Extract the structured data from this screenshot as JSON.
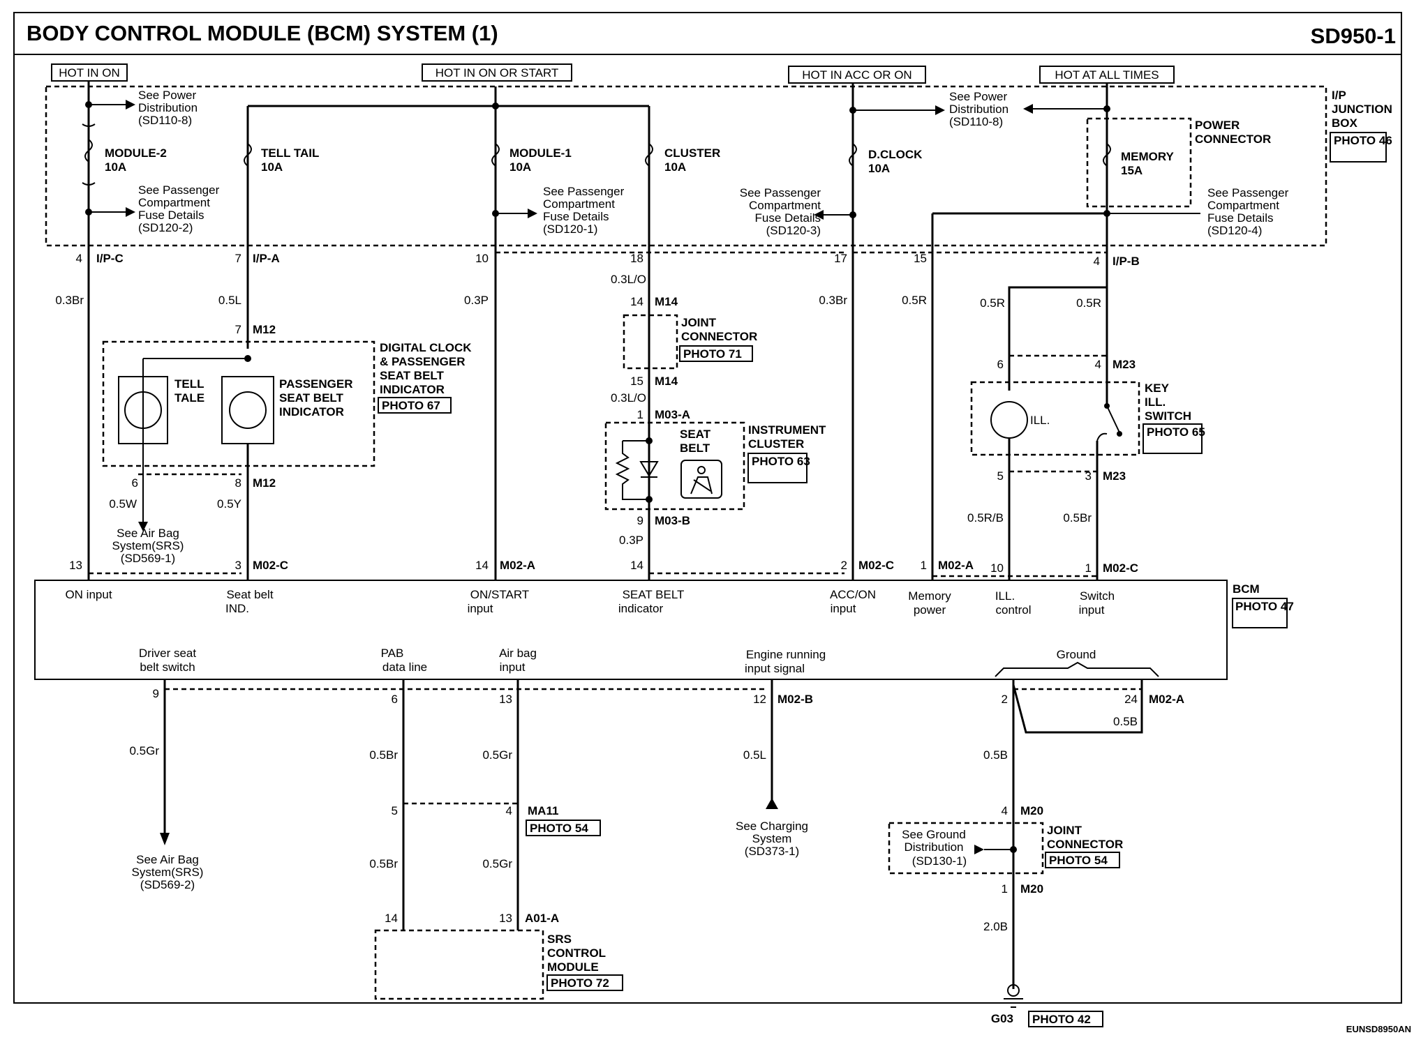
{
  "header": {
    "title": "BODY CONTROL MODULE (BCM) SYSTEM (1)",
    "page_code": "SD950-1"
  },
  "footer": {
    "drawing_code": "EUNSD8950AN"
  },
  "power_sources": {
    "hot_in_on": "HOT IN ON",
    "hot_in_on_or_start": "HOT IN ON OR START",
    "hot_in_acc_or_on": "HOT IN ACC OR ON",
    "hot_at_all_times": "HOT AT ALL TIMES"
  },
  "junction_box": {
    "l1": "I/P",
    "l2": "JUNCTION",
    "l3": "BOX",
    "photo": "PHOTO 46"
  },
  "power_connector": {
    "l1": "POWER",
    "l2": "CONNECTOR"
  },
  "fuses": [
    {
      "name": "MODULE-2",
      "rating": "10A"
    },
    {
      "name": "TELL TAIL",
      "rating": "10A"
    },
    {
      "name": "MODULE-1",
      "rating": "10A"
    },
    {
      "name": "CLUSTER",
      "rating": "10A"
    },
    {
      "name": "D.CLOCK",
      "rating": "10A"
    },
    {
      "name": "MEMORY",
      "rating": "15A"
    }
  ],
  "references": {
    "power_dist_1": [
      "See Power",
      "Distribution",
      "(SD110-8)"
    ],
    "power_dist_2": [
      "See Power",
      "Distribution",
      "(SD110-8)"
    ],
    "pass_1": [
      "See Passenger",
      "Compartment",
      "Fuse Details",
      "(SD120-2)"
    ],
    "pass_2": [
      "See Passenger",
      "Compartment",
      "Fuse Details",
      "(SD120-1)"
    ],
    "pass_3": [
      "See Passenger",
      "Compartment",
      "Fuse Details",
      "(SD120-3)"
    ],
    "pass_4": [
      "See Passenger",
      "Compartment",
      "Fuse Details",
      "(SD120-4)"
    ],
    "airbag_1": [
      "See Air Bag",
      "System(SRS)",
      "(SD569-1)"
    ],
    "airbag_2": [
      "See Air Bag",
      "System(SRS)",
      "(SD569-2)"
    ],
    "charging": [
      "See Charging",
      "System",
      "(SD373-1)"
    ],
    "ground_dist": [
      "See Ground",
      "Distribution",
      "(SD130-1)"
    ]
  },
  "connectors": {
    "ipc": "I/P-C",
    "ipa": "I/P-A",
    "ipb": "I/P-B",
    "m12": "M12",
    "m14": "M14",
    "m03a": "M03-A",
    "m03b": "M03-B",
    "m23": "M23",
    "m02a": "M02-A",
    "m02b": "M02-B",
    "m02c": "M02-C",
    "ma11": "MA11",
    "a01a": "A01-A",
    "m20": "M20",
    "g03": "G03"
  },
  "pins": {
    "p4": "4",
    "p7": "7",
    "p10": "10",
    "p18": "18",
    "p17": "17",
    "p15": "15",
    "p14": "14",
    "p6": "6",
    "p8": "8",
    "p13": "13",
    "p3": "3",
    "p2": "2",
    "p1": "1",
    "p5": "5",
    "p9": "9",
    "p12": "12",
    "p24": "24"
  },
  "wires": {
    "br03": "0.3Br",
    "l05": "0.5L",
    "p03": "0.3P",
    "lo03": "0.3L/O",
    "r05": "0.5R",
    "w05": "0.5W",
    "y05": "0.5Y",
    "rb05": "0.5R/B",
    "br05": "0.5Br",
    "gr05": "0.5Gr",
    "b05": "0.5B",
    "b20": "2.0B"
  },
  "components": {
    "digital_clock": [
      "DIGITAL CLOCK",
      "& PASSENGER",
      "SEAT BELT",
      "INDICATOR"
    ],
    "digital_clock_photo": "PHOTO 67",
    "tell_tale": [
      "TELL",
      "TALE"
    ],
    "passenger_indicator": [
      "PASSENGER",
      "SEAT BELT",
      "INDICATOR"
    ],
    "joint_connector": [
      "JOINT",
      "CONNECTOR"
    ],
    "joint_connector_photo": "PHOTO 71",
    "instrument_cluster": [
      "INSTRUMENT",
      "CLUSTER"
    ],
    "instrument_cluster_photo": "PHOTO 63",
    "seat_belt": [
      "SEAT",
      "BELT"
    ],
    "key_ill": [
      "KEY",
      "ILL.",
      "SWITCH"
    ],
    "key_ill_photo": "PHOTO 65",
    "ill_label": "ILL.",
    "srs": [
      "SRS",
      "CONTROL",
      "MODULE"
    ],
    "srs_photo": "PHOTO 72",
    "ma11_photo": "PHOTO 54",
    "joint_connector_2": [
      "JOINT",
      "CONNECTOR"
    ],
    "joint_connector_2_photo": "PHOTO 54",
    "g03_photo": "PHOTO 42"
  },
  "bcm": {
    "name": "BCM",
    "photo": "PHOTO 47",
    "top_labels": [
      [
        "ON input",
        ""
      ],
      [
        "Seat belt",
        "IND."
      ],
      [
        "ON/START",
        "input"
      ],
      [
        "SEAT BELT",
        "indicator"
      ],
      [
        "ACC/ON",
        "input"
      ],
      [
        "Memory",
        "power"
      ],
      [
        "ILL.",
        "control"
      ],
      [
        "Switch",
        "input"
      ]
    ],
    "bottom_labels": [
      [
        "Driver seat",
        "belt switch"
      ],
      [
        "PAB",
        "data line"
      ],
      [
        "Air bag",
        "input"
      ],
      [
        "Engine running",
        "input signal"
      ],
      [
        "Ground",
        ""
      ]
    ]
  }
}
